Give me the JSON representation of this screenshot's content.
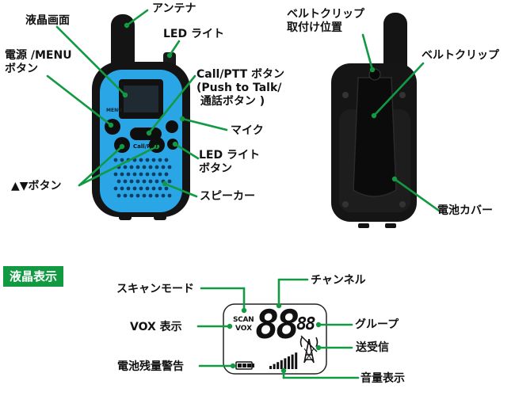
{
  "front_labels": {
    "lcd": "液晶画面",
    "antenna": "アンテナ",
    "led_light": "LED ライト",
    "power_menu": "電源 /MENU\nボタン",
    "call_ptt": "Call/PTT ボタン\n(Push to Talk/\n 通話ボタン )",
    "mic": "マイク",
    "led_button": "LED ライト\nボタン",
    "updown": "▲▼ボタン",
    "speaker": "スピーカー"
  },
  "device_marks": {
    "menu_small": "MENU",
    "call_small": "Call/PTT"
  },
  "back_labels": {
    "clip_position": "ベルトクリップ\n取付け位置",
    "clip": "ベルトクリップ",
    "battery_cover": "電池カバー"
  },
  "lcd_section": {
    "heading": "液晶表示",
    "scan_mode": "スキャンモード",
    "channel": "チャンネル",
    "vox_display": "VOX 表示",
    "group": "グループ",
    "tx_rx": "送受信",
    "battery_warning": "電池残量警告",
    "volume": "音量表示",
    "screen": {
      "scan": "SCAN",
      "vox": "VOX",
      "channel_digits": "88",
      "group_digits": "88"
    }
  },
  "colors": {
    "accent_green": "#129a43",
    "device_blue": "#2aa5e6",
    "device_black": "#141414"
  }
}
